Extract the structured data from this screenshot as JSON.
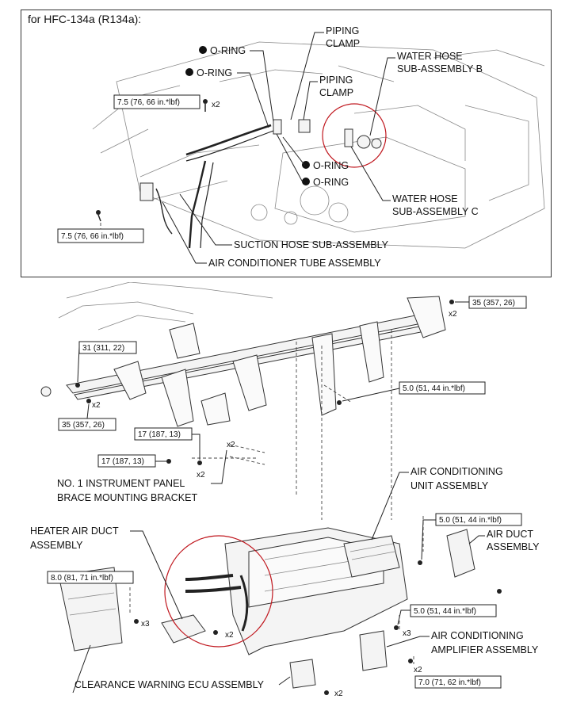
{
  "top_diagram": {
    "title": "for HFC-134a (R134a):",
    "callouts": {
      "o_ring_1": "O-RING",
      "o_ring_2": "O-RING",
      "o_ring_3": "O-RING",
      "o_ring_4": "O-RING",
      "piping_clamp_1": [
        "PIPING",
        "CLAMP"
      ],
      "piping_clamp_2": [
        "PIPING",
        "CLAMP"
      ],
      "water_hose_b": [
        "WATER HOSE",
        "SUB-ASSEMBLY B"
      ],
      "water_hose_c": [
        "WATER HOSE",
        "SUB-ASSEMBLY C"
      ],
      "suction_hose": "SUCTION HOSE SUB-ASSEMBLY",
      "ac_tube": "AIR CONDITIONER TUBE ASSEMBLY"
    },
    "torques": {
      "t1": "7.5 (76, 66 in.*lbf)",
      "t2": "7.5 (76, 66 in.*lbf)"
    },
    "quantities": {
      "q1": "x2"
    },
    "colors": {
      "highlight": "#c0181f",
      "line": "#222222"
    }
  },
  "bottom_diagram": {
    "callouts": {
      "brace_bracket": [
        "NO. 1 INSTRUMENT PANEL",
        "BRACE MOUNTING BRACKET"
      ],
      "ac_unit": [
        "AIR CONDITIONING",
        "UNIT ASSEMBLY"
      ],
      "heater_duct": [
        "HEATER AIR DUCT",
        "ASSEMBLY"
      ],
      "air_duct": [
        "AIR DUCT",
        "ASSEMBLY"
      ],
      "ac_amplifier": [
        "AIR CONDITIONING",
        "AMPLIFIER ASSEMBLY"
      ],
      "clearance_ecu": "CLEARANCE WARNING ECU ASSEMBLY"
    },
    "torques": {
      "t35_top": "35 (357, 26)",
      "t31": "31 (311, 22)",
      "t35_left": "35 (357, 26)",
      "t17_a": "17 (187, 13)",
      "t17_b": "17 (187, 13)",
      "t5_mid": "5.0 (51, 44 in.*lbf)",
      "t5_right": "5.0 (51, 44 in.*lbf)",
      "t8": "8.0 (81, 71 in.*lbf)",
      "t5_low": "5.0 (51, 44 in.*lbf)",
      "t7": "7.0 (71, 62 in.*lbf)"
    },
    "quantities": {
      "q_top": "x2",
      "q_left": "x2",
      "q_17a": "x2",
      "q_17b": "x2",
      "q_x3_left": "x3",
      "q_x2_heater": "x2",
      "q_x3_low": "x3",
      "q_x2_amp": "x2",
      "q_x2_ecu": "x2"
    }
  }
}
